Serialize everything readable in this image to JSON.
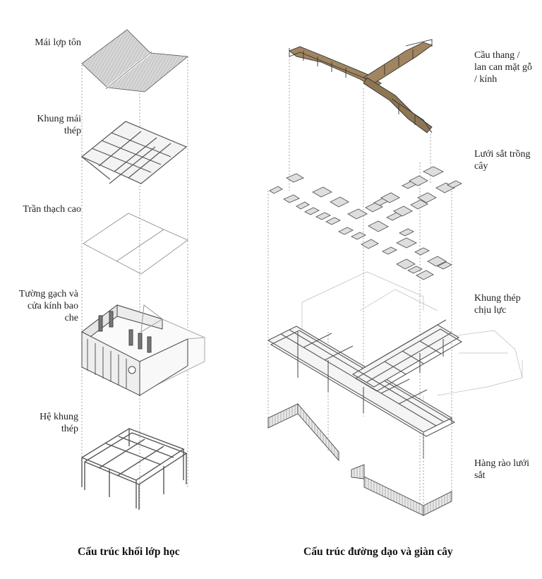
{
  "left_labels": {
    "roof_sheet": "Mái lợp tôn",
    "roof_frame": "Khung mái\nthép",
    "ceiling": "Trần thạch cao",
    "walls": "Tường gạch và\ncửa kính bao\nche",
    "frame": "Hệ khung\nthép"
  },
  "right_labels": {
    "stairs": "Cầu thang /\nlan can mặt gỗ\n/ kính",
    "tree_grates": "Lưới sắt trồng\ncây",
    "steel_frame": "Khung thép\nchịu lực",
    "fence": "Hàng rào lưới\nsắt"
  },
  "captions": {
    "left": "Cấu trúc khối lớp học",
    "right": "Cấu trúc đường dạo và giàn cây"
  },
  "colors": {
    "line": "#555555",
    "dash": "#888888",
    "wood": "#a08560",
    "roof": "#cfcfcf",
    "grate": "#dcdcdc"
  }
}
